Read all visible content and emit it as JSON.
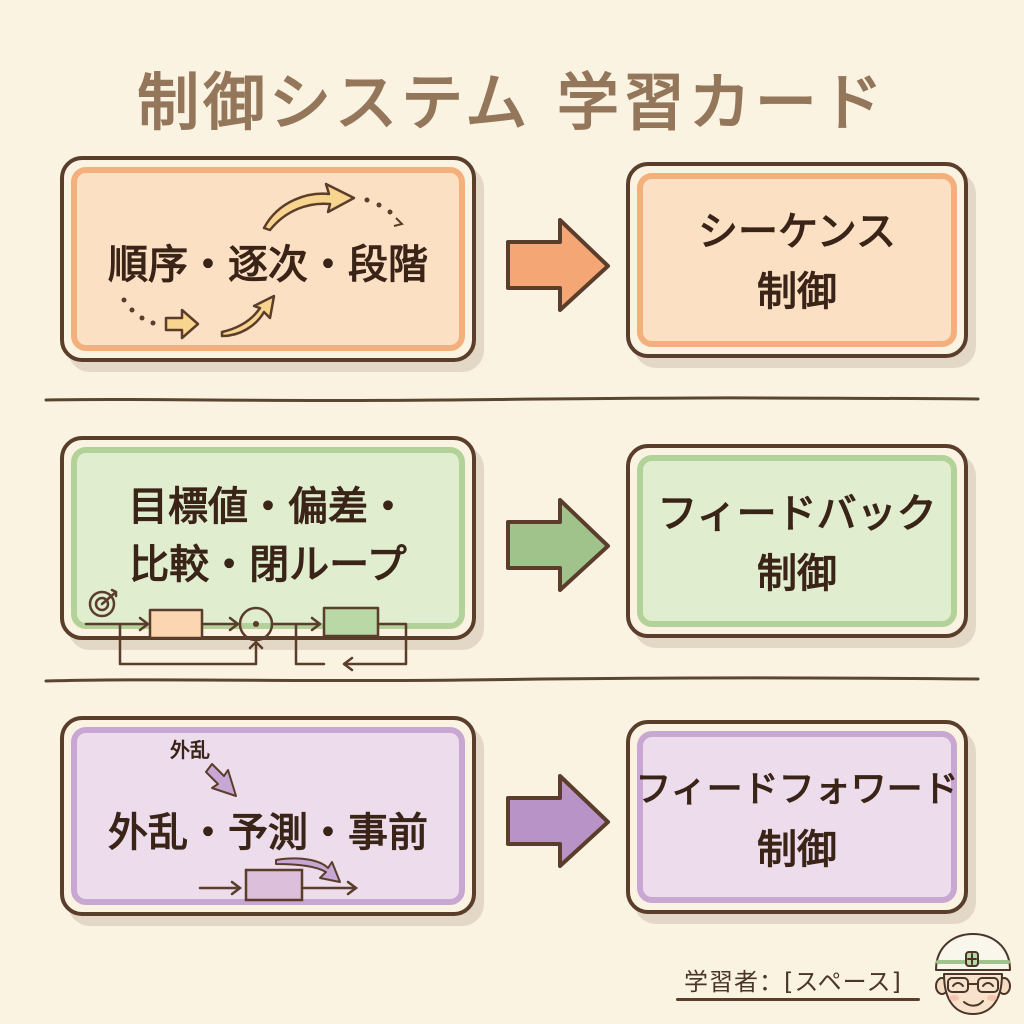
{
  "title": "制御システム 学習カード",
  "rows": [
    {
      "id": "sequence",
      "keywords": "順序・逐次・段階",
      "answer_line1": "シーケンス",
      "answer_line2": "制御",
      "color_fill": "#fbe0c3",
      "color_border": "#f3b07d",
      "arrow_color": "#f4a674"
    },
    {
      "id": "feedback",
      "keywords_line1": "目標値・偏差・",
      "keywords_line2": "比較・閉ループ",
      "answer_line1": "フィードバック",
      "answer_line2": "制御",
      "color_fill": "#e0edcf",
      "color_border": "#b2d29a",
      "arrow_color": "#9fc38a"
    },
    {
      "id": "feedforward",
      "keywords": "外乱・予測・事前",
      "disturbance_label": "外乱",
      "answer_line1": "フィードフォワード",
      "answer_line2": "制御",
      "color_fill": "#ecdcec",
      "color_border": "#c9a7d3",
      "arrow_color": "#b893c8"
    }
  ],
  "footer": {
    "learner_label": "学習者：[スペース]",
    "avatar": "helmet-worker-avatar"
  }
}
